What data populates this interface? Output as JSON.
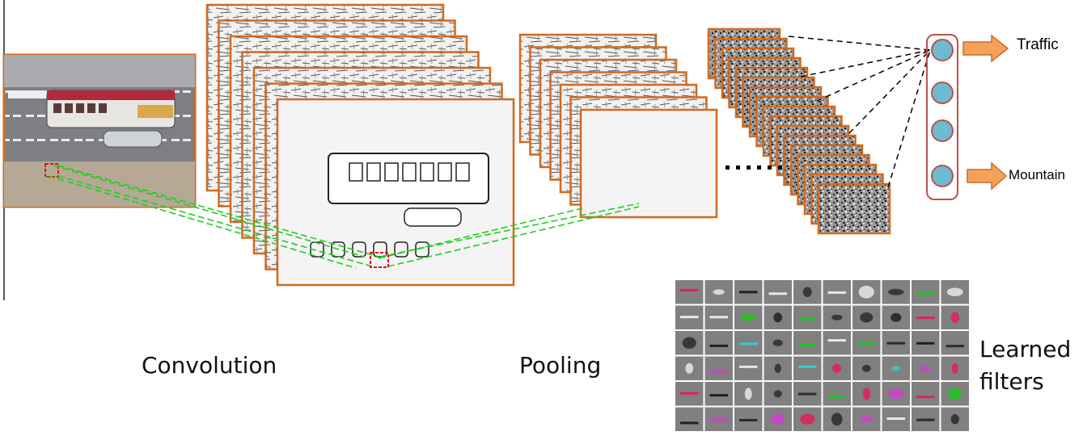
{
  "captions": {
    "convolution": "Convolution",
    "pooling": "Pooling",
    "learned_filters_line1": "Learned",
    "learned_filters_line2": "filters"
  },
  "outputs": {
    "class_1": "Traffic",
    "class_2": "Mountain"
  },
  "colors": {
    "frame_border": "#d2691e",
    "receptive_lines": "#22cc22",
    "receptive_box": "#e01010",
    "neuron_fill": "#6bbcd0",
    "neuron_border": "#c0504d",
    "layer_box_border": "#c0504d",
    "arrow_fill": "#f4a15c",
    "arrow_border": "#d2691e",
    "connection_lines": "#000000",
    "filter_background": "#808080"
  },
  "icons": {
    "input_image": "traffic-scene-photo",
    "feature_map": "edge-feature-map",
    "arrow": "right-block-arrow"
  }
}
